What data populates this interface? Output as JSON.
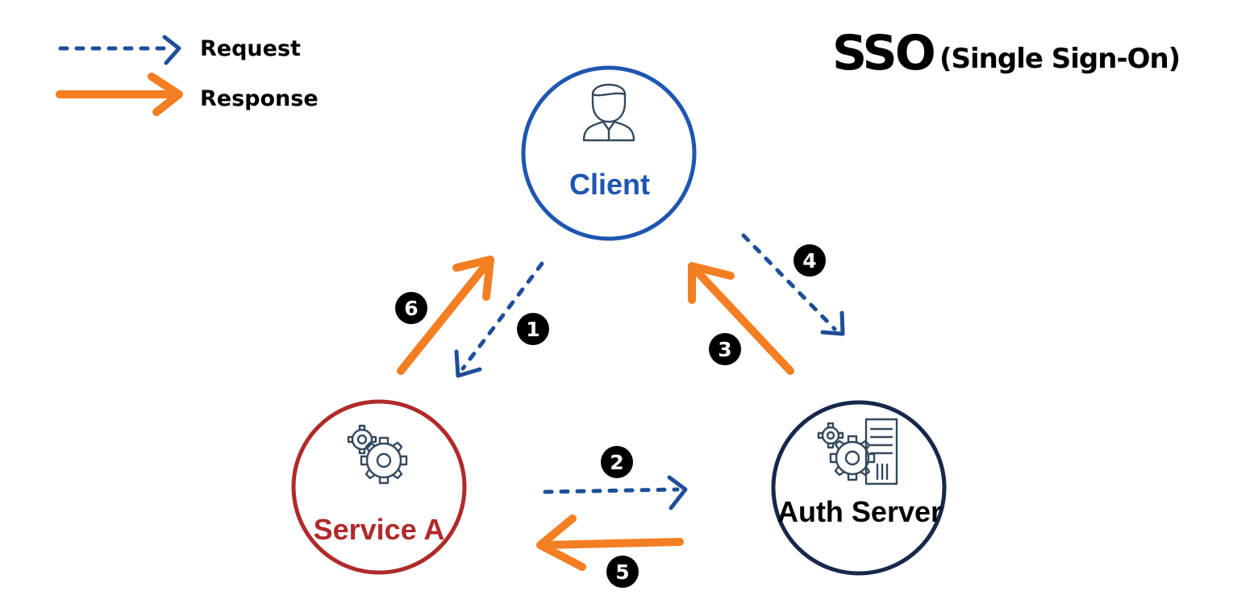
{
  "title": {
    "main": "SSO",
    "sub": "(Single Sign-On)"
  },
  "legend": {
    "request_label": "Request",
    "response_label": "Response"
  },
  "colors": {
    "request": "#1f4e99",
    "response": "#f47e22",
    "client": "#1e56b0",
    "service": "#b02a2a",
    "auth": "#17284a"
  },
  "nodes": {
    "client": {
      "label": "Client",
      "icon": "user-icon"
    },
    "service": {
      "label": "Service A",
      "icon": "gears-icon"
    },
    "auth": {
      "label": "Auth Server",
      "icon": "server-gears-icon"
    }
  },
  "steps": [
    {
      "number": "1",
      "direction": "Client → Service A",
      "kind": "request"
    },
    {
      "number": "2",
      "direction": "Service A → Auth Server",
      "kind": "request"
    },
    {
      "number": "3",
      "direction": "Auth Server → Client",
      "kind": "response"
    },
    {
      "number": "4",
      "direction": "Client → Auth Server",
      "kind": "request"
    },
    {
      "number": "5",
      "direction": "Auth Server → Service A",
      "kind": "response"
    },
    {
      "number": "6",
      "direction": "Service A → Client",
      "kind": "response"
    }
  ]
}
